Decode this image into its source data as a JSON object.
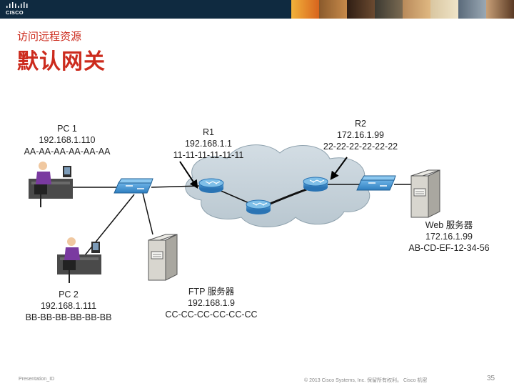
{
  "header": {
    "logo_text": "CISCO",
    "subtitle": "访问远程资源",
    "title": "默认网关"
  },
  "devices": {
    "pc1": {
      "name": "PC 1",
      "ip": "192.168.1.110",
      "mac": "AA-AA-AA-AA-AA-AA"
    },
    "pc2": {
      "name": "PC 2",
      "ip": "192.168.1.111",
      "mac": "BB-BB-BB-BB-BB-BB"
    },
    "r1": {
      "name": "R1",
      "ip": "192.168.1.1",
      "mac": "11-11-11-11-11-11"
    },
    "r2": {
      "name": "R2",
      "ip": "172.16.1.99",
      "mac": "22-22-22-22-22-22"
    },
    "web": {
      "name": "Web 服务器",
      "ip": "172.16.1.99",
      "mac": "AB-CD-EF-12-34-56"
    },
    "ftp": {
      "name": "FTP 服务器",
      "ip": "192.168.1.9",
      "mac": "CC-CC-CC-CC-CC-CC"
    }
  },
  "footer": {
    "left": "Presentation_ID",
    "middle": "© 2013 Cisco Systems, Inc. 保留所有权利。 Cisco 机密",
    "page": "35"
  },
  "colors": {
    "accent": "#cc2b1d",
    "router": "#3a8fc9",
    "switch": "#4a9ad6",
    "cloud": "#c6d3db",
    "server": "#d8d6cf"
  }
}
